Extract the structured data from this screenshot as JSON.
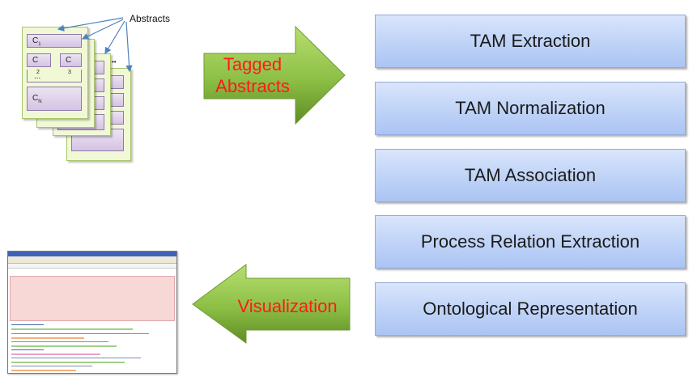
{
  "abstracts": {
    "label": "Abstracts",
    "c1": {
      "base": "C",
      "sub": "1"
    },
    "c2": {
      "base": "C",
      "sub": "2"
    },
    "c3": {
      "base": "C",
      "sub": "3"
    },
    "ellipsis": "...",
    "cn": {
      "base": "C",
      "sub": "N"
    },
    "dots": "••"
  },
  "arrows": {
    "forward": {
      "line1": "Tagged",
      "line2": "Abstracts",
      "color": "#ff1a1a"
    },
    "back": {
      "label": "Visualization",
      "color": "#ff1a1a"
    }
  },
  "pipeline": {
    "steps": [
      "TAM Extraction",
      "TAM Normalization",
      "TAM Association",
      "Process Relation Extraction",
      "Ontological Representation"
    ]
  },
  "colors": {
    "arrow_green_light": "#a8d45c",
    "arrow_green_dark": "#6a9a2c",
    "step_blue": "#c3d6f8",
    "paper_green": "#f1f8d6",
    "tag_purple": "#d5c3e3"
  }
}
